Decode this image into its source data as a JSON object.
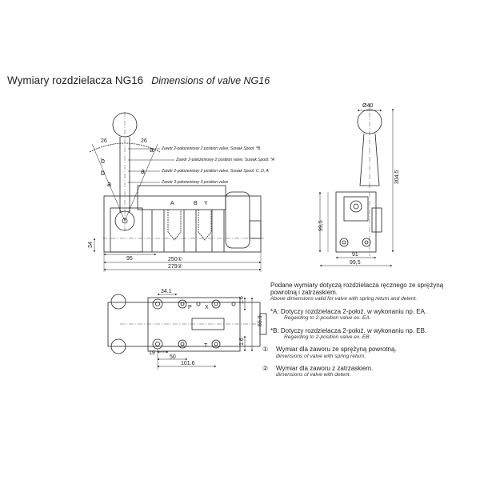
{
  "title": {
    "pl": "Wymiary rozdzielacza NG16",
    "en": "Dimensions of valve NG16"
  },
  "side_view": {
    "angle_labels": [
      "26",
      "26"
    ],
    "spool_letters": [
      "a",
      "b",
      "b",
      "a",
      "a"
    ],
    "spool_notes": [
      "Zawór 2-położeniowy 2 position valve; Suwak Spool: *B",
      "Zawór 2-położeniowy 2 position valve; Suwak Spool: *A",
      "Zawór 2-położeniowy 2 position valve; Suwak Spool: C, D, A",
      "Zawór 3-położeniowy 3 position valve"
    ],
    "port_labels": [
      "A",
      "B",
      "Y"
    ],
    "dims": [
      "34",
      "95",
      "250①",
      "279②"
    ]
  },
  "end_view": {
    "dims": [
      "Ø40",
      "304,5",
      "99,5",
      "91",
      "99,5"
    ]
  },
  "top_view": {
    "port_labels": [
      "P",
      "X",
      "T"
    ],
    "dims": [
      "34.1",
      "1.6",
      "69.9",
      "19",
      "50",
      "101.6",
      "1.6"
    ]
  },
  "notes": {
    "main_pl": "Podane wymiary dotyczą rozdzielacza ręcznego ze sprężyną powrotną i zatrzaskiem.",
    "main_en": "Above dimensions valid for valve with spring return and detent.",
    "a_pl": "*A: Dotyczy rozdzielacza 2-położ. w wykonaniu np. EA.",
    "a_en": "Regarding to 2-position valve ex. EA.",
    "b_pl": "*B: Dotyczy rozdzielacza 2-położ. w wykonaniu np. EB.",
    "b_en": "Regarding to 2-position valve ex. EB.",
    "n1_mark": "①",
    "n1_pl": "Wymiar dla zaworu ze sprężyną powrotną.",
    "n1_en": "dimensions of valve with spring return.",
    "n2_mark": "②",
    "n2_pl": "Wymiar dla zaworu z zatrzaskiem.",
    "n2_en": "dimensions of valve with detent."
  }
}
